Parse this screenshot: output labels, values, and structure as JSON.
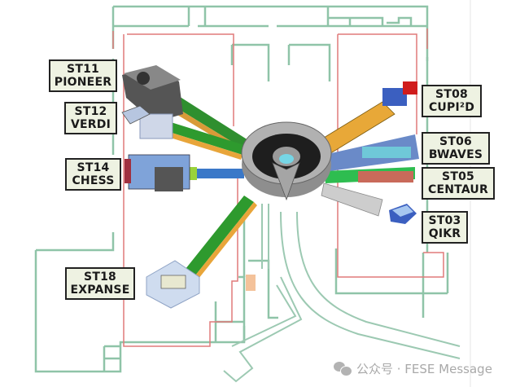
{
  "diagram": {
    "title": "Reactor beamline floor plan",
    "stations": [
      {
        "id": "ST11",
        "name": "PIONEER",
        "side": "left"
      },
      {
        "id": "ST12",
        "name": "VERDI",
        "side": "left"
      },
      {
        "id": "ST14",
        "name": "CHESS",
        "side": "left"
      },
      {
        "id": "ST18",
        "name": "EXPANSE",
        "side": "left"
      },
      {
        "id": "ST08",
        "name": "CUPI²D",
        "side": "right"
      },
      {
        "id": "ST06",
        "name": "BWAVES",
        "side": "right"
      },
      {
        "id": "ST05",
        "name": "CENTAUR",
        "side": "right"
      },
      {
        "id": "ST03",
        "name": "QIKR",
        "side": "right"
      }
    ],
    "central_object": "reactor-target-monolith",
    "colors": {
      "wall_green": "#8fc4a8",
      "wall_red": "#e07a7a",
      "label_bg": "#eef2e2",
      "label_border": "#222222",
      "beam_green": "#2e9a2e",
      "beam_orange": "#e8a53a",
      "monolith_gray": "#9a9a9a"
    }
  },
  "watermark": {
    "icon": "wechat-icon",
    "text": "公众号 · FESE Message"
  }
}
